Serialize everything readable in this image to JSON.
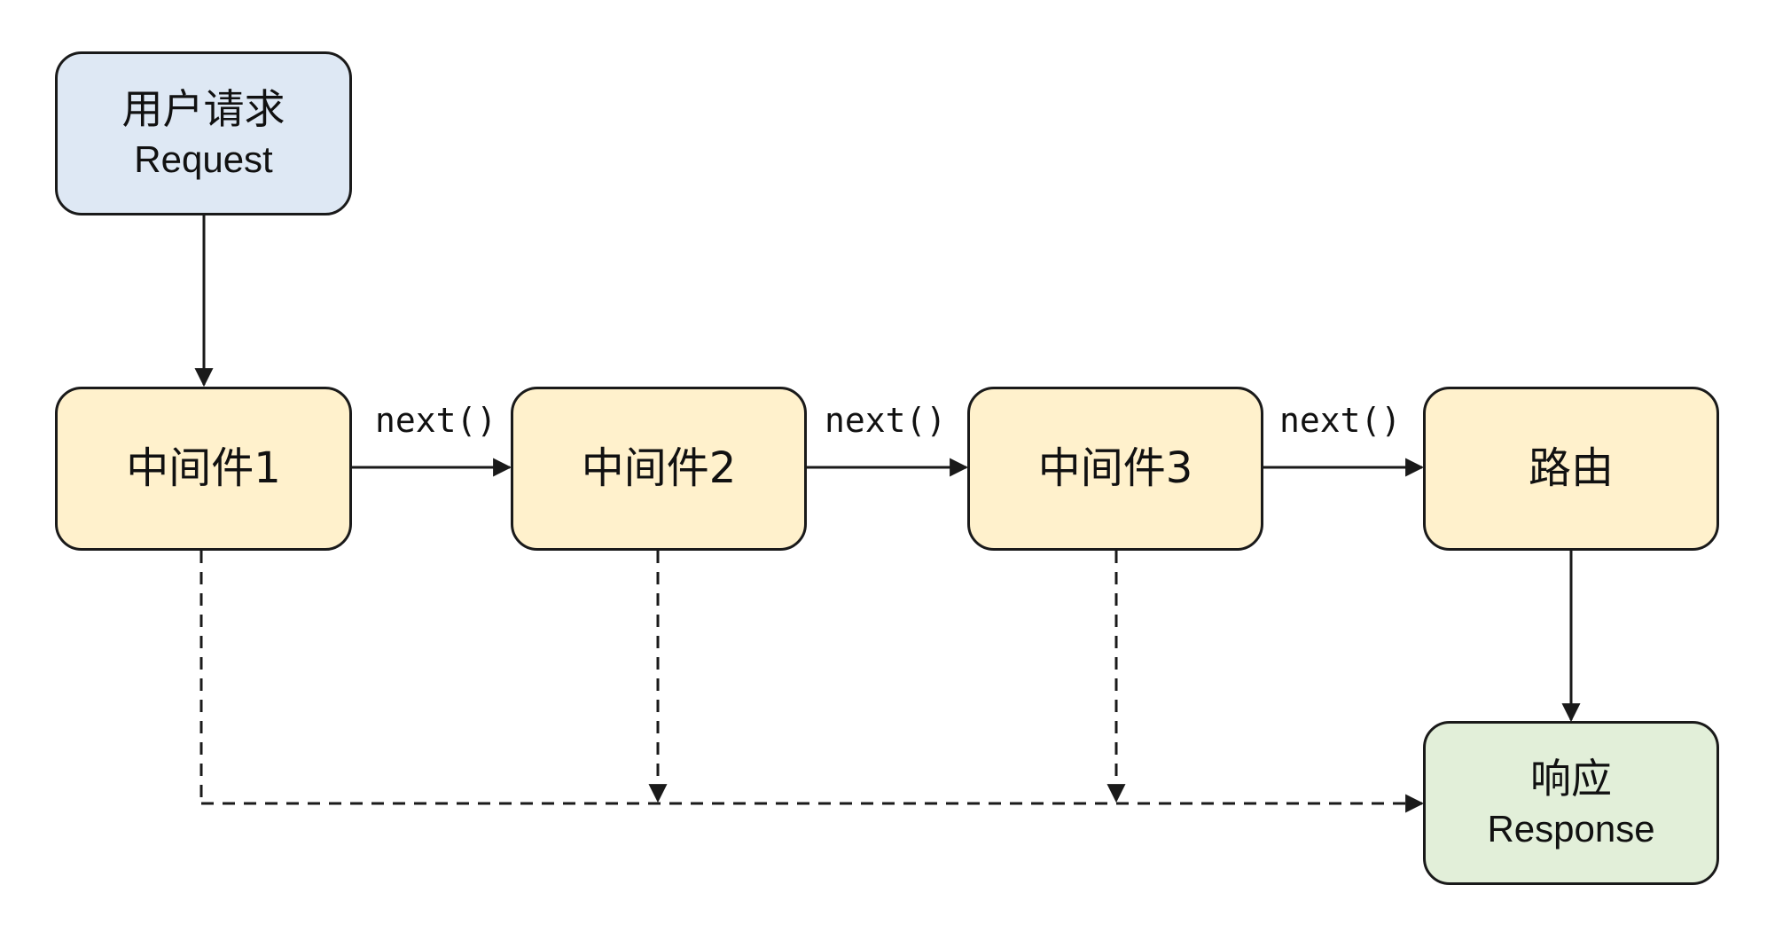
{
  "colors": {
    "request_fill": "#DEE8F4",
    "middleware_fill": "#FFF1CC",
    "response_fill": "#E2EFD9",
    "stroke": "#1A1A1A"
  },
  "nodes": {
    "request": {
      "line1": "用户请求",
      "line2": "Request"
    },
    "middleware1": {
      "label": "中间件1"
    },
    "middleware2": {
      "label": "中间件2"
    },
    "middleware3": {
      "label": "中间件3"
    },
    "route": {
      "label": "路由"
    },
    "response": {
      "line1": "响应",
      "line2": "Response"
    }
  },
  "edges": {
    "next1": "next()",
    "next2": "next()",
    "next3": "next()"
  }
}
